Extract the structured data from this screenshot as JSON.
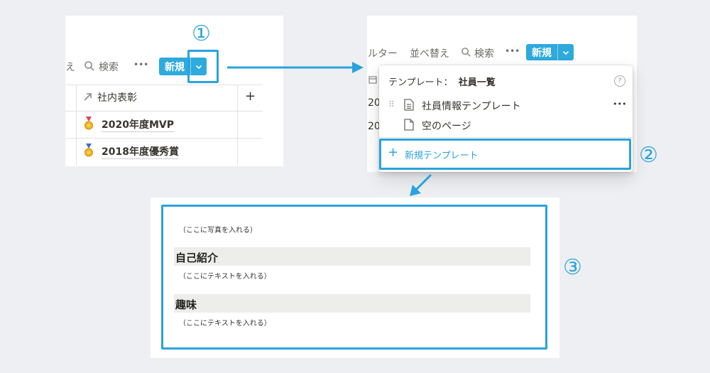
{
  "step_markers": {
    "step1": "①",
    "step2": "②",
    "step3": "③"
  },
  "panel1": {
    "toolbar": {
      "partial_label": "え",
      "search_label": "検索",
      "more_label": "•••",
      "new_label": "新規"
    },
    "table": {
      "column_header": "社内表彰",
      "add_column_label": "+",
      "rows": [
        {
          "label": "2020年度MVP",
          "icon": "medal-red-ribbon-icon"
        },
        {
          "label": "2018年度優秀賞",
          "icon": "medal-blue-ribbon-icon"
        }
      ]
    }
  },
  "panel2": {
    "toolbar": {
      "filter_partial": "ルター",
      "sort_label": "並べ替え",
      "search_label": "検索",
      "more_label": "•••",
      "new_label": "新規"
    },
    "row_values": [
      "20",
      "20"
    ],
    "dropdown": {
      "title_prefix": "テンプレート：",
      "title_db": "社員一覧",
      "help_label": "?",
      "items": [
        {
          "label": "社員情報テンプレート",
          "icon": "document-icon"
        },
        {
          "label": "空のページ",
          "icon": "page-icon"
        }
      ],
      "item_more_label": "•••",
      "new_template_label": "新規テンプレート"
    }
  },
  "panel3": {
    "photo_placeholder": "（ここに写真を入れる）",
    "sections": [
      {
        "heading": "自己紹介",
        "placeholder": "（ここにテキストを入れる）"
      },
      {
        "heading": "趣味",
        "placeholder": "（ここにテキストを入れる）"
      }
    ]
  },
  "colors": {
    "accent": "#2aa3dd",
    "button": "#2eaadc",
    "heading_bg": "#ededeb",
    "background": "#eeeff2"
  }
}
